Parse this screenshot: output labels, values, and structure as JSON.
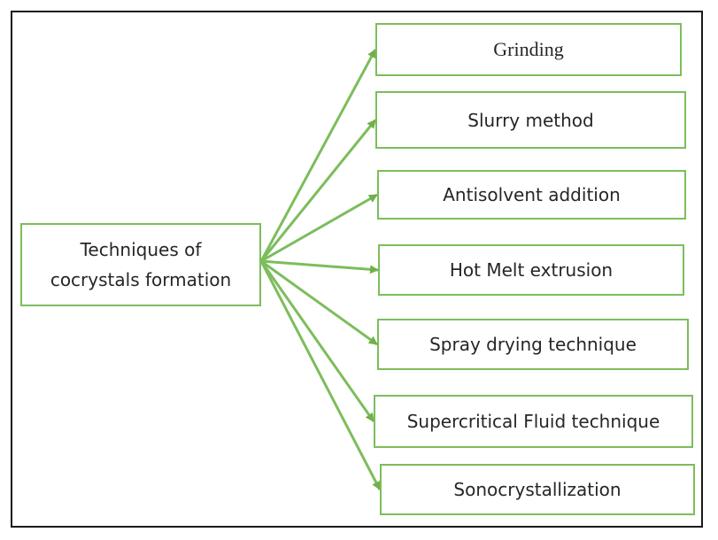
{
  "diagram": {
    "source": {
      "line1": "Techniques of",
      "line2": "cocrystals formation"
    },
    "targets": [
      {
        "label": "Grinding"
      },
      {
        "label": "Slurry method"
      },
      {
        "label": "Antisolvent addition"
      },
      {
        "label": "Hot Melt extrusion"
      },
      {
        "label": "Spray drying technique"
      },
      {
        "label": "Supercritical Fluid technique"
      },
      {
        "label": "Sonocrystallization"
      }
    ],
    "colors": {
      "accent": "#7cbd5c",
      "frame": "#1a1a1a",
      "text": "#262626"
    }
  }
}
